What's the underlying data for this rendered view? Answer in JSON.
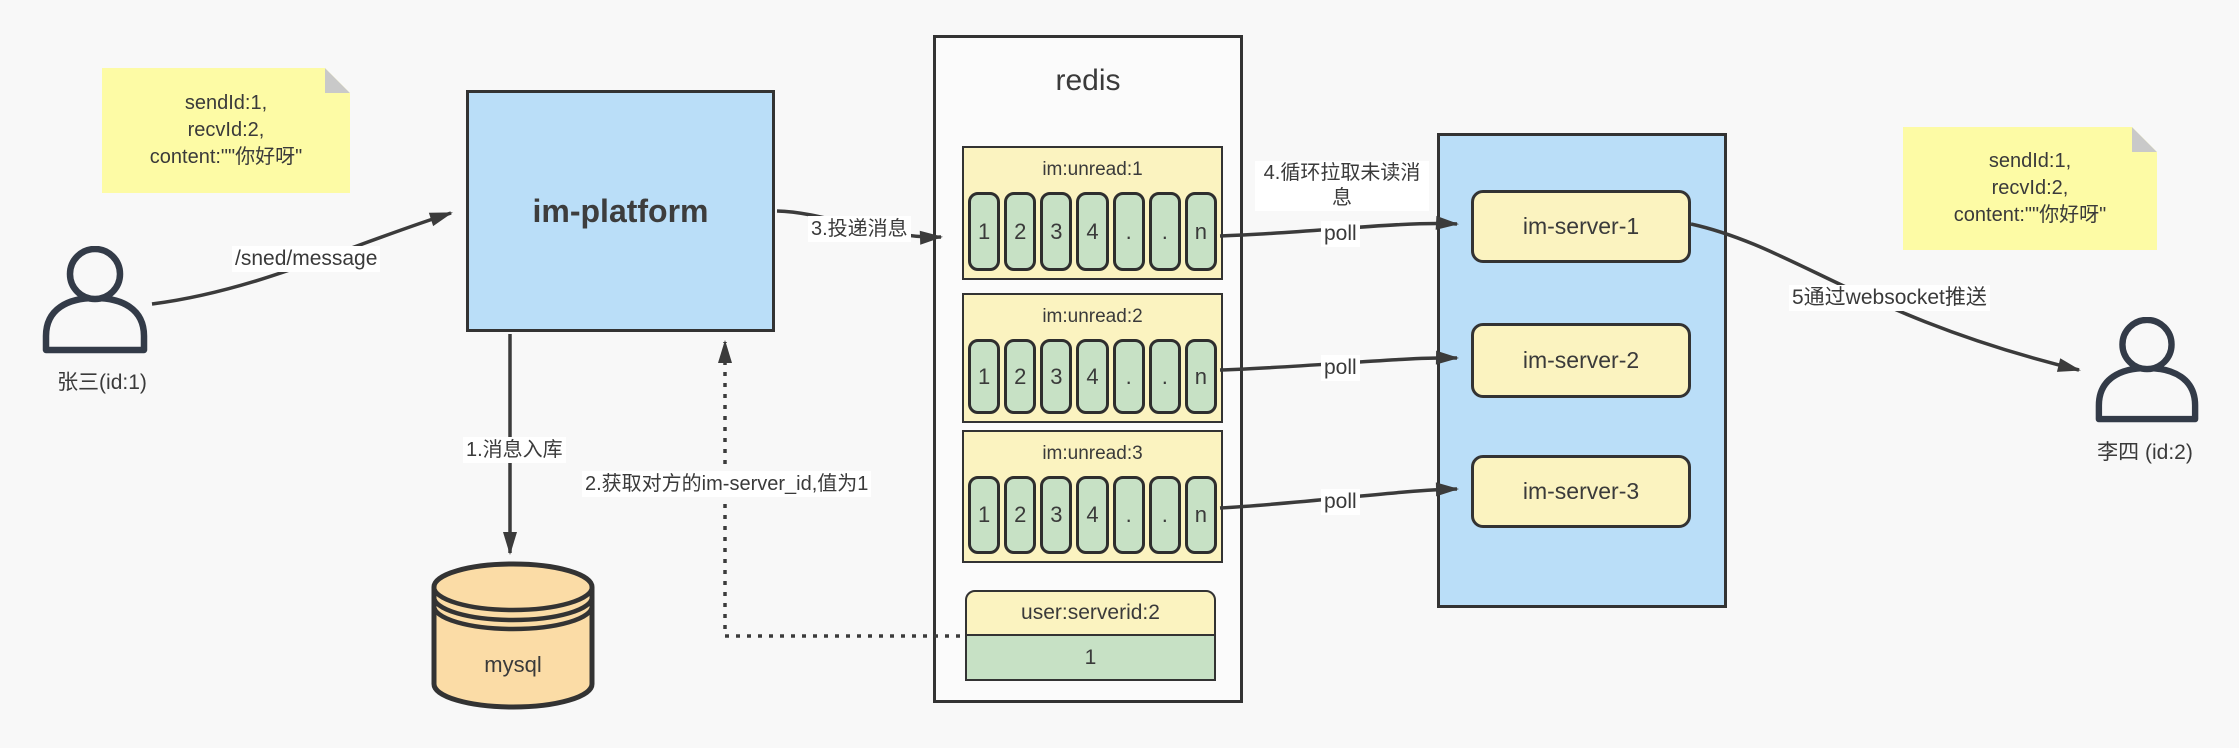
{
  "colors": {
    "background": "#f8f8f8",
    "box_blue": "#badef8",
    "box_yellow": "#fbf3c0",
    "cell_green": "#c7e1c5",
    "note_yellow": "#fdfba5",
    "note_fold_gray": "#c9c9c9",
    "db_tan": "#fbdca6",
    "border_dark": "#333333",
    "arrow": "#3b3b3b"
  },
  "notes": {
    "left": {
      "line1": "sendId:1,",
      "line2": "recvId:2,",
      "line3": "content:\"\"你好呀\""
    },
    "right": {
      "line1": "sendId:1,",
      "line2": "recvId:2,",
      "line3": "content:\"\"你好呀\""
    }
  },
  "actors": {
    "sender": {
      "label": "张三(id:1)"
    },
    "receiver": {
      "label": "李四 (id:2)"
    }
  },
  "platform": {
    "label": "im-platform"
  },
  "database": {
    "label": "mysql"
  },
  "redis": {
    "title": "redis",
    "queues": [
      {
        "name": "im:unread:1",
        "cells": [
          "1",
          "2",
          "3",
          "4",
          ".",
          ".",
          "n"
        ]
      },
      {
        "name": "im:unread:2",
        "cells": [
          "1",
          "2",
          "3",
          "4",
          ".",
          ".",
          "n"
        ]
      },
      {
        "name": "im:unread:3",
        "cells": [
          "1",
          "2",
          "3",
          "4",
          ".",
          ".",
          "n"
        ]
      }
    ],
    "kv": {
      "key": "user:serverid:2",
      "value": "1"
    }
  },
  "servers": {
    "items": [
      {
        "label": "im-server-1"
      },
      {
        "label": "im-server-2"
      },
      {
        "label": "im-server-3"
      }
    ]
  },
  "edges": {
    "send": "/sned/message",
    "step1": "1.消息入库",
    "step2": "2.获取对方的im-server_id,值为1",
    "step3": "3.投递消息",
    "step4": "4.循环拉取未读消息",
    "poll": "poll",
    "step5": "5通过websocket推送"
  }
}
